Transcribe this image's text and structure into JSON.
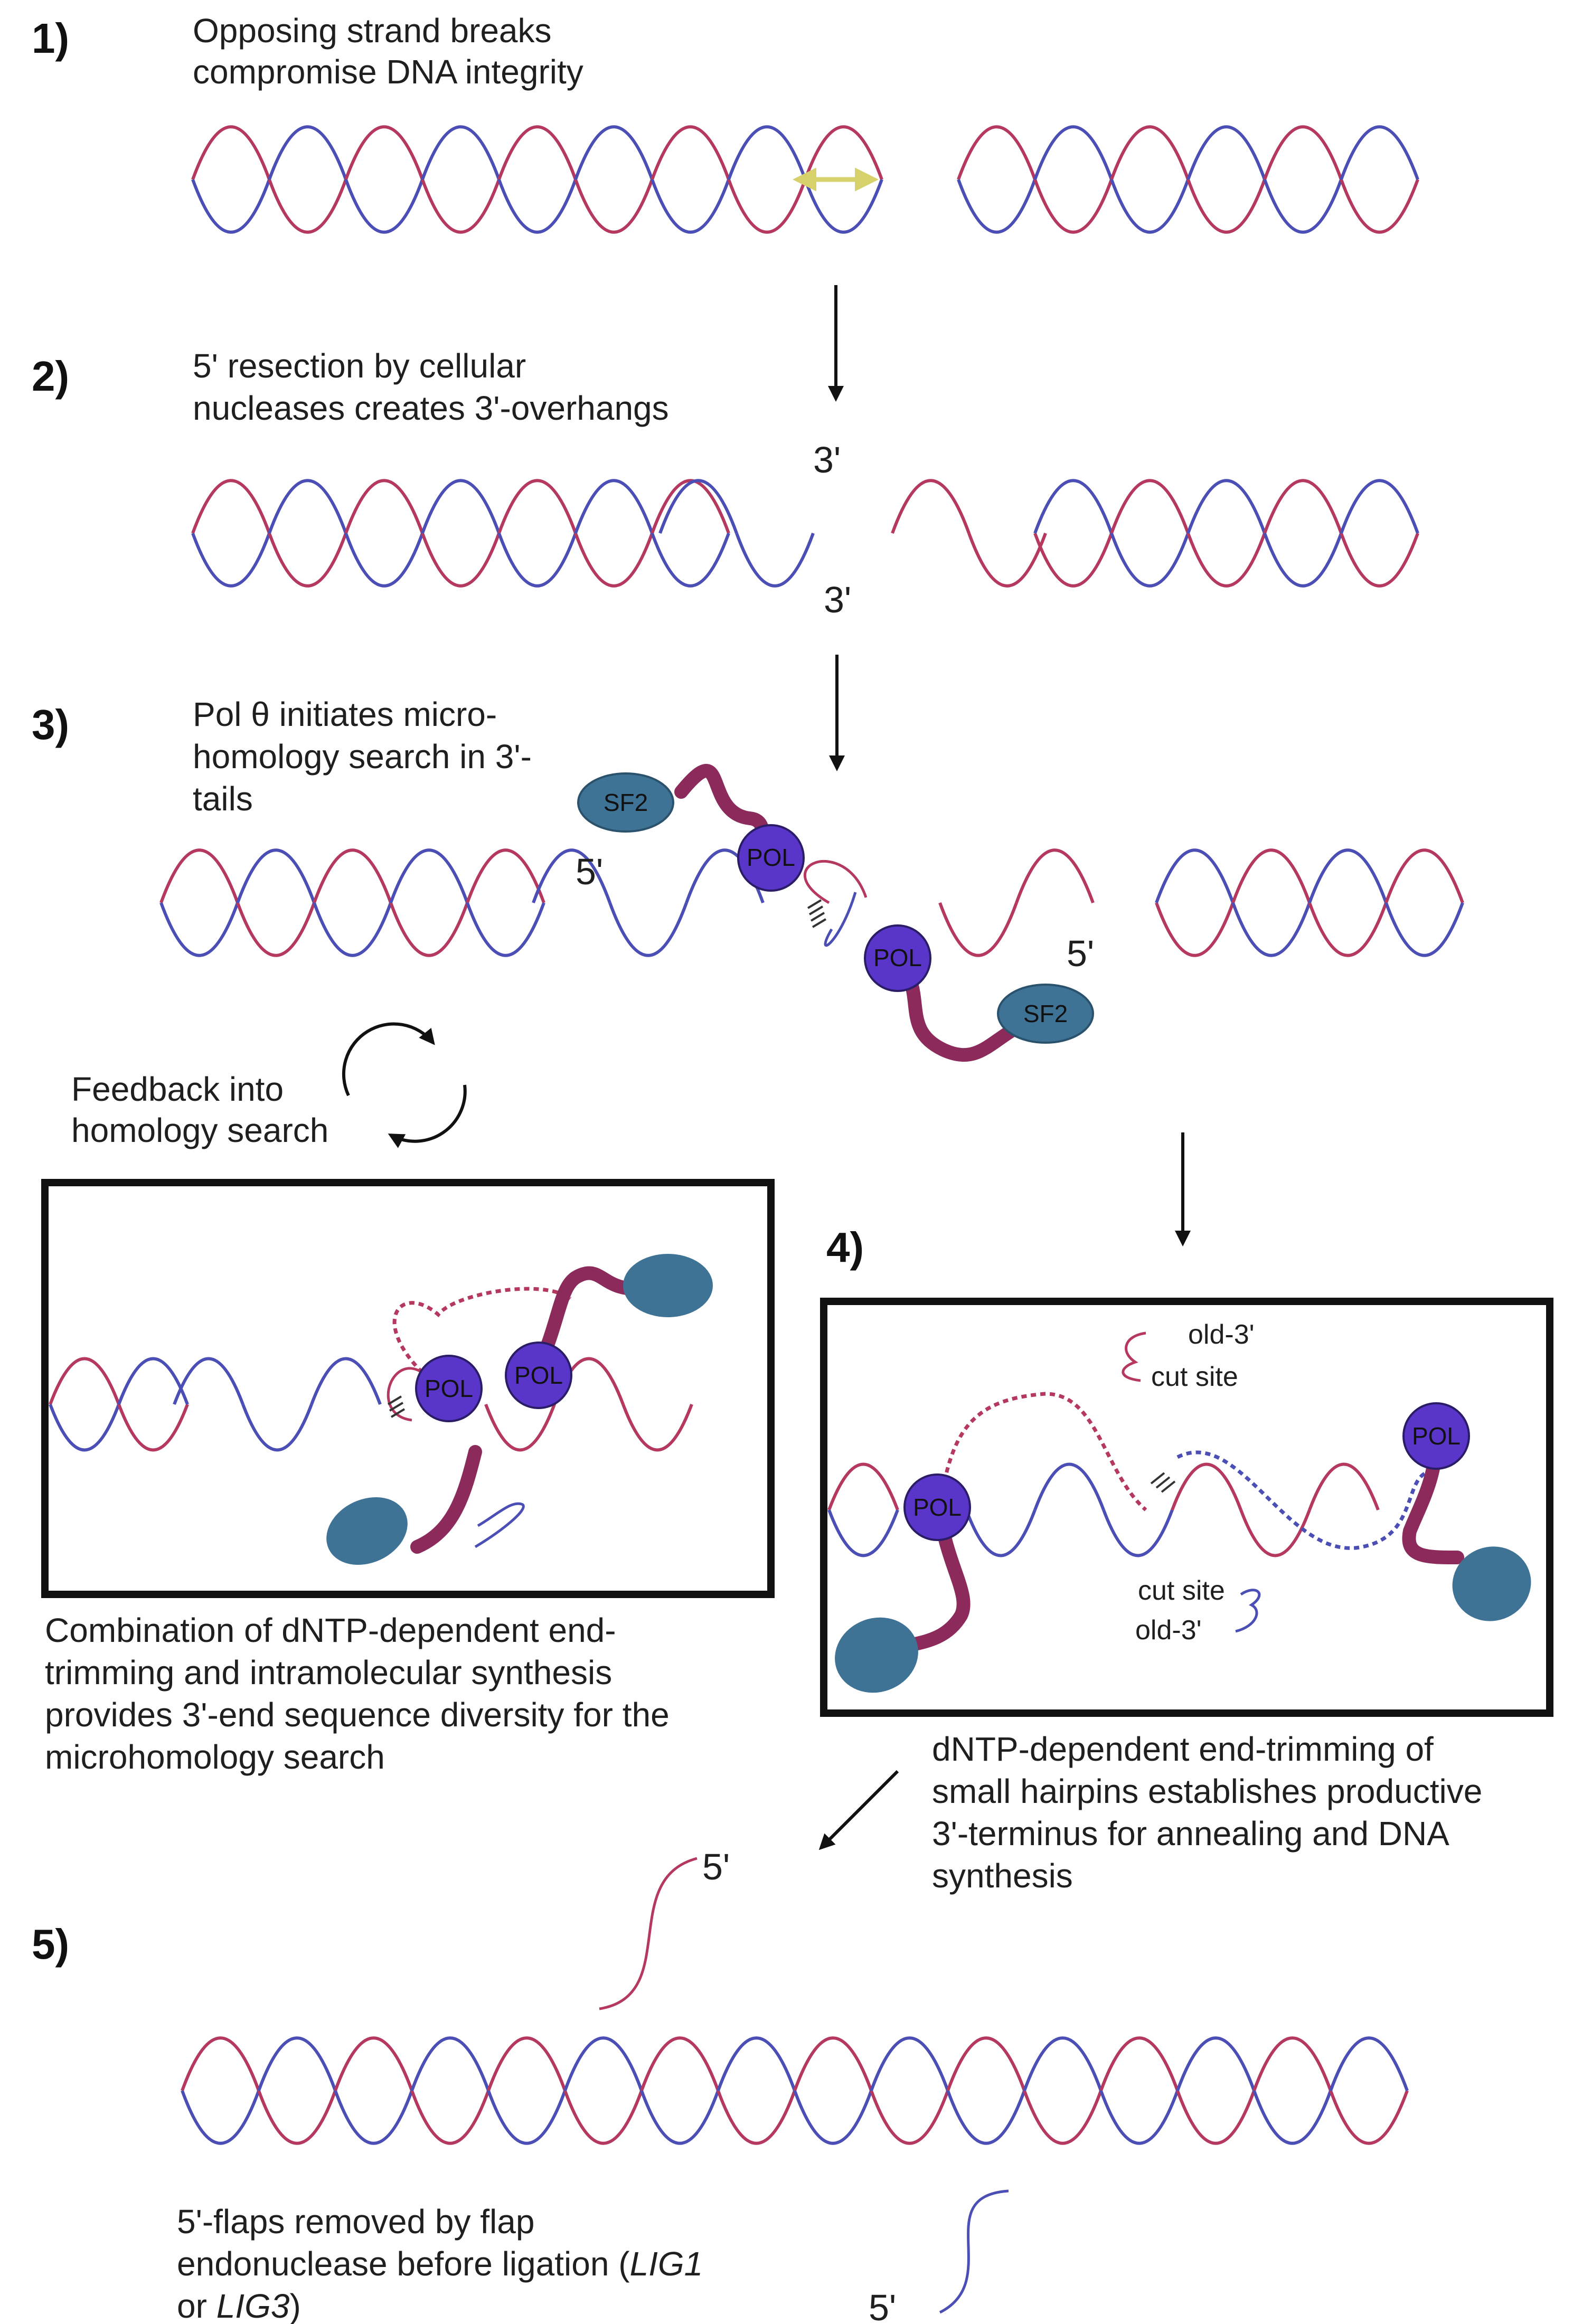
{
  "colors": {
    "strand_red": "#b5385e",
    "strand_blue": "#4b4fb5",
    "pol_fill": "#5a35c9",
    "sf2_fill": "#3f7396",
    "linker": "#8c2a5c",
    "gap_arrow": "#d6d16a"
  },
  "steps": [
    {
      "num": "1)",
      "caption": [
        "Opposing strand breaks",
        "compromise DNA integrity"
      ]
    },
    {
      "num": "2)",
      "caption": [
        "5' resection by cellular",
        "nucleases creates 3'-overhangs"
      ]
    },
    {
      "num": "3)",
      "caption": [
        "Pol θ initiates micro-",
        "homology search in 3'-",
        "tails"
      ]
    },
    {
      "num": "4)"
    },
    {
      "num": "5)"
    }
  ],
  "labels": {
    "three_prime_top": "3'",
    "three_prime_bottom": "3'",
    "five_prime_left": "5'",
    "five_prime_right": "5'",
    "sf2": "SF2",
    "pol": "POL",
    "old3": "old-3'",
    "cut_site": "cut site",
    "five_prime_flap_top": "5'",
    "five_prime_flap_bottom": "5'"
  },
  "feedback": [
    "Feedback into",
    "homology search"
  ],
  "left_box_caption": [
    "Combination of dNTP-dependent end-",
    "trimming and intramolecular synthesis",
    "provides 3'-end sequence diversity for the",
    "microhomology search"
  ],
  "right_box_caption": [
    "dNTP-dependent end-trimming of",
    "small hairpins establishes productive",
    "3'-terminus for annealing and DNA",
    "synthesis"
  ],
  "step5_caption": {
    "line1": "5'-flaps removed by flap",
    "line2_pre": "endonuclease before ligation (",
    "lig1": "LIG1",
    "line3_pre": "or ",
    "lig3": "LIG3",
    "line3_post": ")"
  }
}
